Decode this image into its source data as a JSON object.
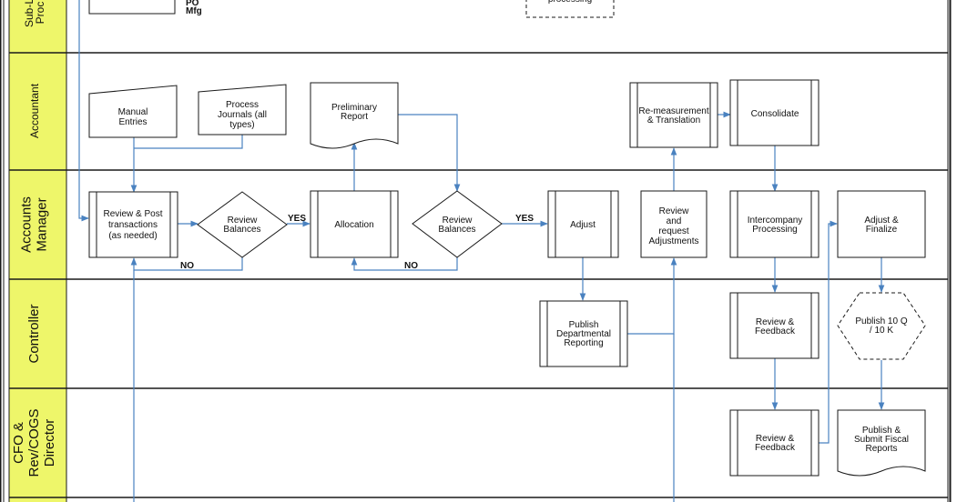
{
  "colors": {
    "lane_fill": "#eef66a",
    "arrow": "#4a82c0",
    "border": "#1a1a1a"
  },
  "lanes": {
    "sub": "Sub-L\nProc",
    "accountant": "Accountant",
    "manager": "Accounts\nManager",
    "controller": "Controller",
    "cfo": "CFO &\nRev/COGS\nDirector"
  },
  "nodes": {
    "po_mfg": "PO\nMfg",
    "processing": "processing",
    "manual_entries": "Manual\nEntries",
    "process_journals": "Process\nJournals (all\ntypes)",
    "preliminary_report": "Preliminary\nReport",
    "remeasurement": "Re-measurement\n& Translation",
    "consolidate": "Consolidate",
    "review_post": "Review & Post\ntransactions\n(as needed)",
    "review_balances_1": "Review\nBalances",
    "allocation": "Allocation",
    "review_balances_2": "Review\nBalances",
    "adjust": "Adjust",
    "review_request": "Review\nand\nrequest\nAdjustments",
    "intercompany": "Intercompany\nProcessing",
    "adjust_finalize": "Adjust &\nFinalize",
    "publish_departmental": "Publish\nDepartmental\nReporting",
    "review_feedback_ctrl": "Review &\nFeedback",
    "publish_10q": "Publish 10 Q\n/ 10 K",
    "review_feedback_cfo": "Review &\nFeedback",
    "publish_fiscal": "Publish &\nSubmit Fiscal\nReports"
  },
  "edges": {
    "yes_1": "YES",
    "no_1": "NO",
    "yes_2": "YES",
    "no_2": "NO"
  }
}
